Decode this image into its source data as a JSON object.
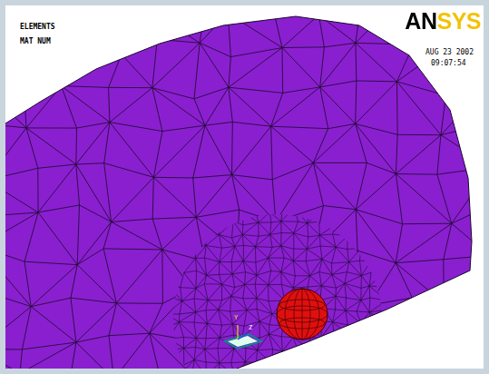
{
  "diagram": {
    "labels": [
      "ELEMENTS",
      "MAT NUM",
      "ANSYS",
      "AUG 23 2002",
      "09:07:54",
      "Y",
      "Z"
    ]
  }
}
